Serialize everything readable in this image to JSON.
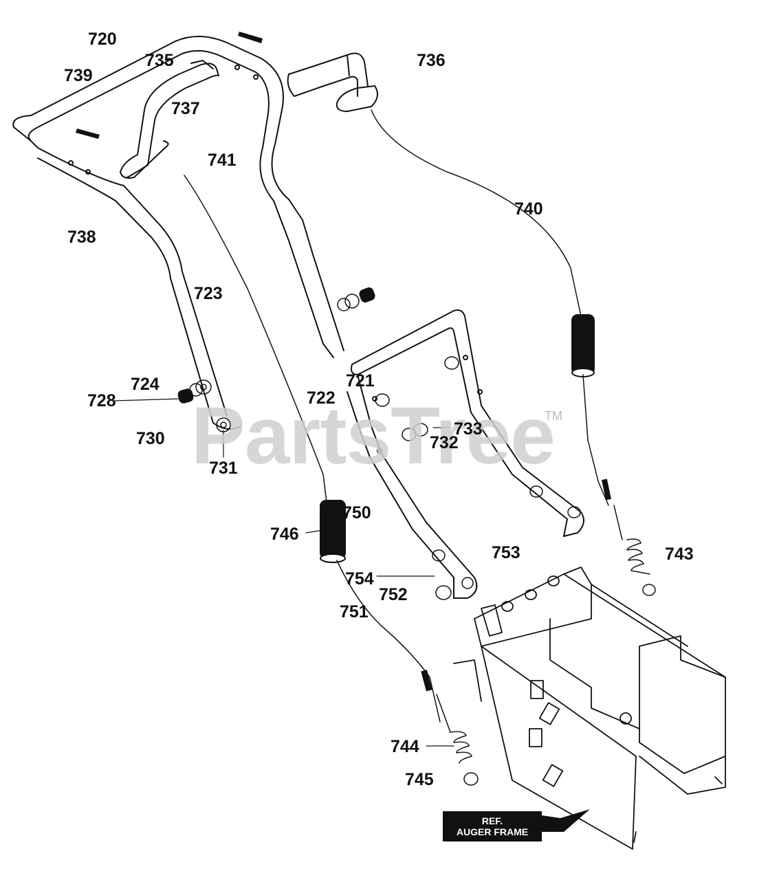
{
  "watermark": {
    "text": "PartsTree",
    "trademark": "TM"
  },
  "ref_note": {
    "line1": "REF.",
    "line2": "AUGER FRAME"
  },
  "callouts": {
    "c720": "720",
    "c735": "735",
    "c739": "739",
    "c736": "736",
    "c737": "737",
    "c741": "741",
    "c740": "740",
    "c738": "738",
    "c723": "723",
    "c724": "724",
    "c728": "728",
    "c730": "730",
    "c731": "731",
    "c721": "721",
    "c722": "722",
    "c733": "733",
    "c732": "732",
    "c750": "750",
    "c746": "746",
    "c753": "753",
    "c743": "743",
    "c754": "754",
    "c752": "752",
    "c751": "751",
    "c744": "744",
    "c745": "745"
  }
}
